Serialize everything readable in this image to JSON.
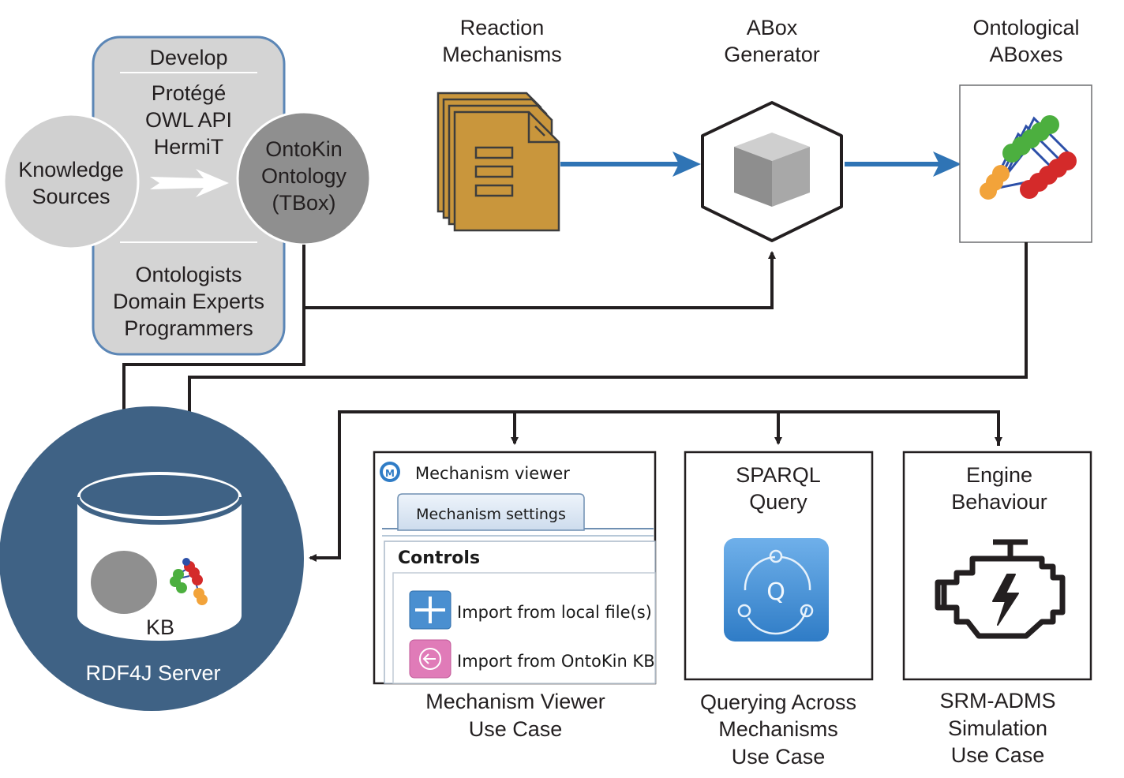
{
  "develop_box": {
    "title": "Develop",
    "tools": [
      "Protégé",
      "OWL API",
      "HermiT"
    ],
    "people": [
      "Ontologists",
      "Domain Experts",
      "Programmers"
    ]
  },
  "knowledge_sources": [
    "Knowledge",
    "Sources"
  ],
  "ontokin_ontology": [
    "OntoKin",
    "Ontology",
    "(TBox)"
  ],
  "reaction_mechanisms": [
    "Reaction",
    "Mechanisms"
  ],
  "abox_generator": [
    "ABox",
    "Generator"
  ],
  "ontological_aboxes": [
    "Ontological",
    "ABoxes"
  ],
  "kb": {
    "label": "KB",
    "server": "RDF4J Server"
  },
  "mechanism_viewer_window": {
    "title": "Mechanism viewer",
    "tab": "Mechanism settings",
    "group": "Controls",
    "buttons": [
      "Import from local file(s)",
      "Import from OntoKin KB"
    ]
  },
  "sparql_query": [
    "SPARQL",
    "Query"
  ],
  "engine_behaviour": [
    "Engine",
    "Behaviour"
  ],
  "use_cases": {
    "viewer": [
      "Mechanism Viewer",
      "Use Case"
    ],
    "querying": [
      "Querying Across",
      "Mechanisms",
      "Use Case"
    ],
    "srm": [
      "SRM-ADMS",
      "Simulation",
      "Use Case"
    ]
  },
  "colors": {
    "develop_fill": "#d4d4d4",
    "develop_border": "#5b86b6",
    "knowledge_circle": "#d0d0d0",
    "ontokin_circle": "#8f8f8f",
    "document": "#c9963c",
    "flow_arrow": "#2f74b5",
    "server_circle": "#3f6285",
    "connector": "#231f20",
    "sparql_tile": "#4a94d6"
  },
  "icons": [
    "document-stack-icon",
    "cube-icon",
    "molecule-icon",
    "database-icon",
    "sparql-icon",
    "engine-icon",
    "plus-icon",
    "import-kb-icon",
    "app-logo-icon"
  ]
}
